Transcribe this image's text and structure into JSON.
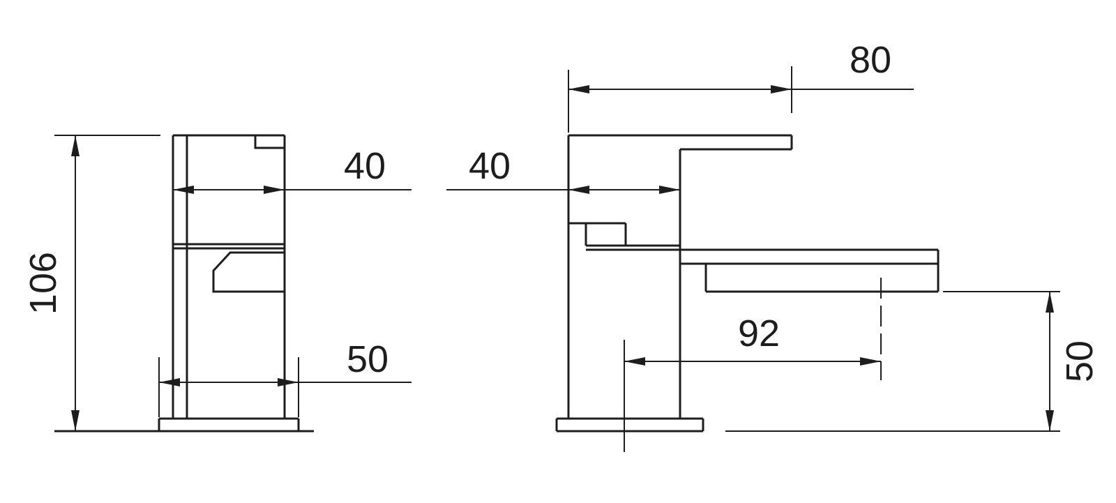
{
  "drawing": {
    "background_color": "#ffffff",
    "line_color": "#1d1d1d",
    "dimensions": {
      "front_height": "106",
      "front_body_width": "40",
      "front_base_width": "50",
      "side_handle_reach": "80",
      "side_body_depth": "40",
      "side_spout_reach": "92",
      "side_spout_height": "50"
    }
  }
}
